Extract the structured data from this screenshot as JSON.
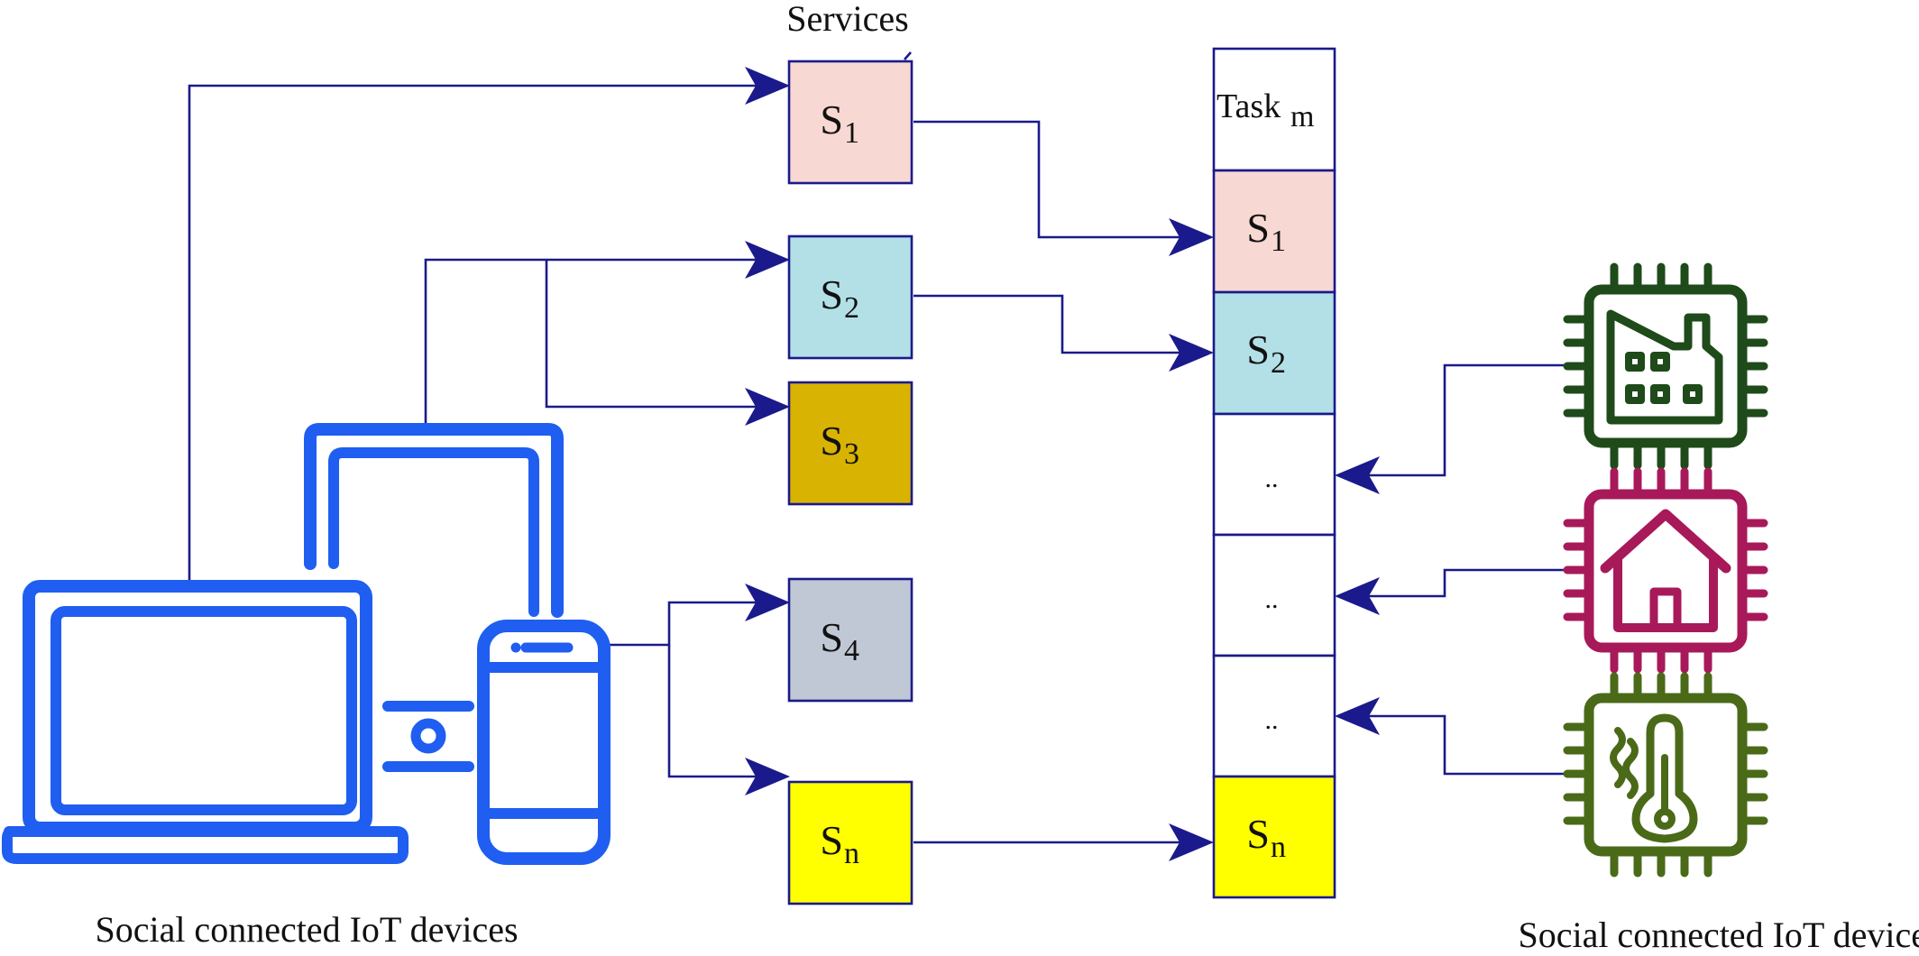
{
  "header": {
    "services_label": "Services"
  },
  "services": [
    {
      "base": "S",
      "sub": "1",
      "color": "#f8d8d2"
    },
    {
      "base": "S",
      "sub": "2",
      "color": "#b3e0e6"
    },
    {
      "base": "S",
      "sub": "3",
      "color": "#d9b302"
    },
    {
      "base": "S",
      "sub": "4",
      "color": "#bfc8d4"
    },
    {
      "base": "S",
      "sub": "n",
      "color": "#ffff00"
    }
  ],
  "task_column": {
    "title_base": "Task",
    "title_sub": "m",
    "cells": [
      {
        "base": "S",
        "sub": "1",
        "color": "#f8d8d2"
      },
      {
        "base": "S",
        "sub": "2",
        "color": "#b3e0e6"
      },
      {
        "text": "..",
        "color": "#ffffff"
      },
      {
        "text": "..",
        "color": "#ffffff"
      },
      {
        "text": "..",
        "color": "#ffffff"
      },
      {
        "base": "S",
        "sub": "n",
        "color": "#ffff00"
      }
    ]
  },
  "captions": {
    "left": "Social connected IoT devices",
    "right": "Social connected IoT devices"
  },
  "icons": {
    "consumer_devices": "laptop-tablet-phone-icon",
    "sensors": [
      "factory-chip-icon",
      "home-chip-icon",
      "thermometer-chip-icon"
    ]
  },
  "colors": {
    "arrow": "#1a1a8c",
    "device_blue": "#1f5ef0",
    "factory_chip": "#1f4a1a",
    "home_chip": "#a8195a",
    "thermo_chip": "#4a6a18"
  }
}
